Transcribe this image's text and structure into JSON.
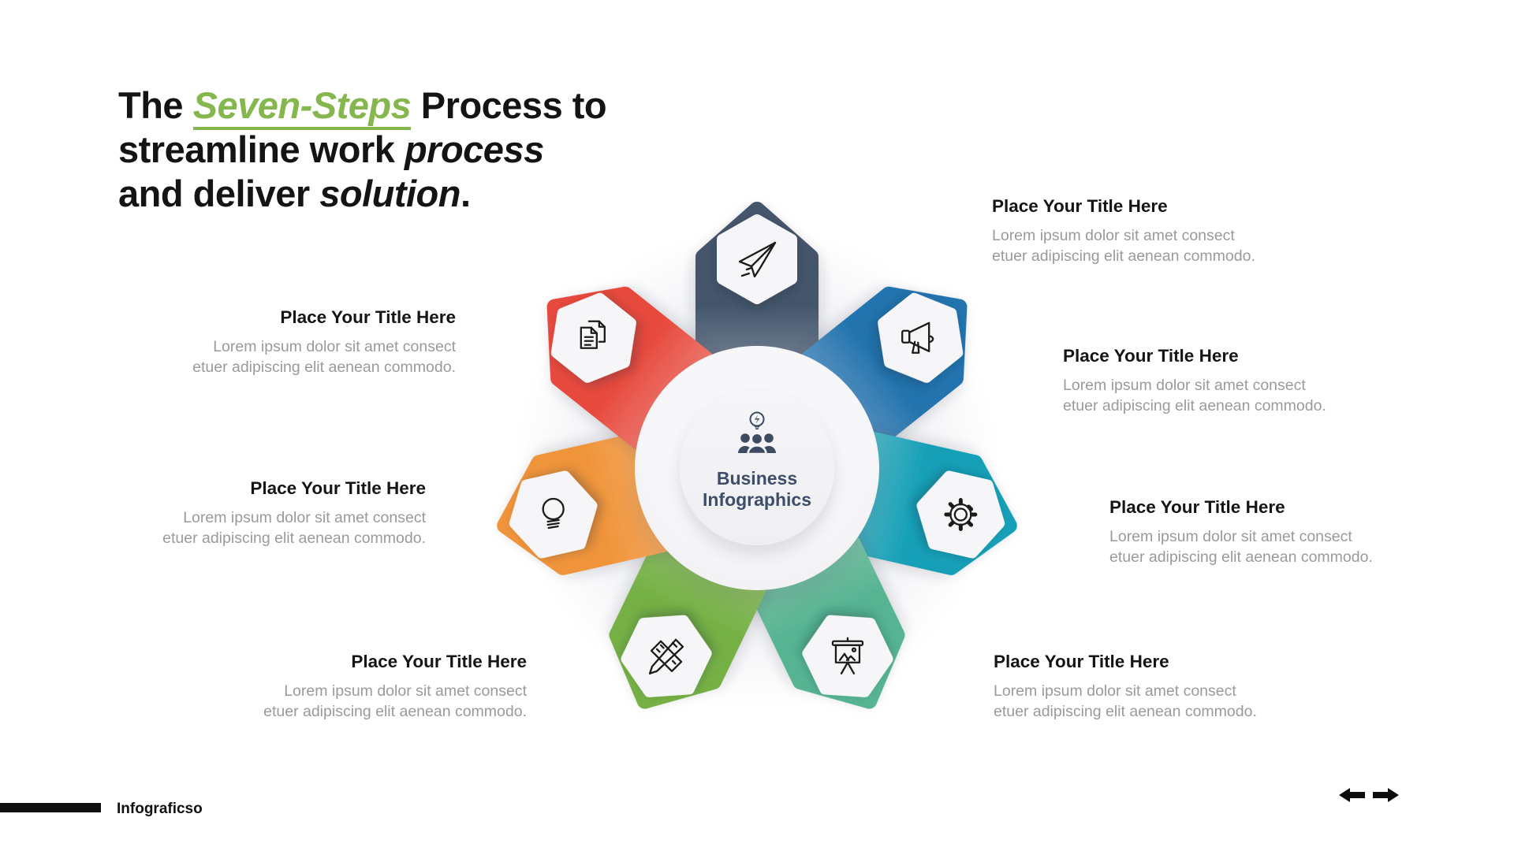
{
  "slide": {
    "title": {
      "l1a": "The ",
      "l1_highlight": "Seven-Steps",
      "l1b": " Process to",
      "l2a": "streamline work ",
      "l2_italic": "process",
      "l3a": "and deliver ",
      "l3_italic": "solution",
      "l3b": ".",
      "highlight_color": "#85b74e",
      "text_color": "#141414"
    },
    "center": {
      "line1": "Business",
      "line2": "Infographics",
      "icon": "team-idea-icon",
      "text_color": "#3e4d68",
      "circle_color": "#f4f4f6"
    },
    "steps": [
      {
        "name": "step-1-launch",
        "icon": "paper-plane-icon",
        "color": "#45566c",
        "color_light": "#97a3b1",
        "title": "Place Your Title Here",
        "body1": "Lorem ipsum dolor sit amet consect",
        "body2": "etuer adipiscing elit aenean commodo.",
        "callout_side": "right"
      },
      {
        "name": "step-2-announce",
        "icon": "megaphone-icon",
        "color": "#2273ae",
        "color_light": "#85accf",
        "title": "Place Your Title Here",
        "body1": "Lorem ipsum dolor sit amet consect",
        "body2": "etuer adipiscing elit aenean commodo.",
        "callout_side": "right"
      },
      {
        "name": "step-3-settings",
        "icon": "gear-icon",
        "color": "#16a0b8",
        "color_light": "#7fc6cb",
        "title": "Place Your Title Here",
        "body1": "Lorem ipsum dolor sit amet consect",
        "body2": "etuer adipiscing elit aenean commodo.",
        "callout_side": "right"
      },
      {
        "name": "step-4-present",
        "icon": "presentation-board-icon",
        "color": "#57b493",
        "color_light": "#9cd0b7",
        "title": "Place Your Title Here",
        "body1": "Lorem ipsum dolor sit amet consect",
        "body2": "etuer adipiscing elit aenean commodo.",
        "callout_side": "right"
      },
      {
        "name": "step-5-design",
        "icon": "pencil-ruler-icon",
        "color": "#74b044",
        "color_light": "#abcf85",
        "title": "Place Your Title Here",
        "body1": "Lorem ipsum dolor sit amet consect",
        "body2": "etuer adipiscing elit aenean commodo.",
        "callout_side": "left"
      },
      {
        "name": "step-6-idea",
        "icon": "lightbulb-icon",
        "color": "#f0943b",
        "color_light": "#f7bd80",
        "title": "Place Your Title Here",
        "body1": "Lorem ipsum dolor sit amet consect",
        "body2": "etuer adipiscing elit aenean commodo.",
        "callout_side": "left"
      },
      {
        "name": "step-7-documents",
        "icon": "documents-icon",
        "color": "#e74a3e",
        "color_light": "#f19a93",
        "title": "Place Your Title Here",
        "body1": "Lorem ipsum dolor sit amet consect",
        "body2": "etuer adipiscing elit aenean commodo.",
        "callout_side": "left"
      }
    ],
    "footer": {
      "brand": "Infograficso"
    },
    "nav": {
      "prev_label": "previous slide",
      "next_label": "next slide"
    }
  }
}
